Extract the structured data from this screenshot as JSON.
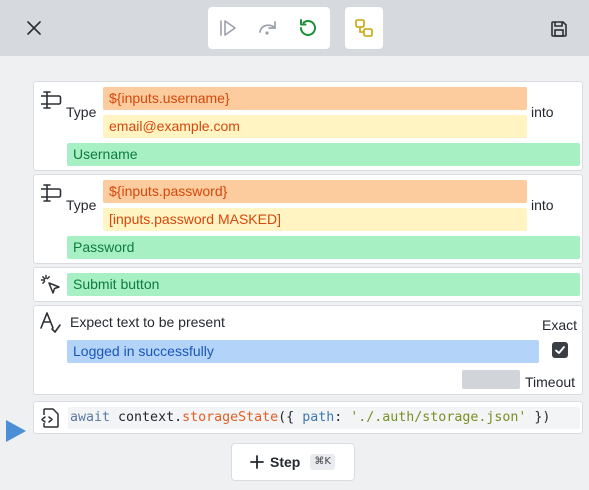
{
  "toolbar": {
    "close_icon": "close-icon",
    "run_icon": "play-step-icon",
    "skip_icon": "redo-icon",
    "reload_icon": "refresh-icon",
    "mode_icon": "pick-locator-icon",
    "save_icon": "save-icon",
    "colors": {
      "reload": "#1f8f3a",
      "mode": "#c9a400",
      "topbar": "#d6d9dd"
    }
  },
  "steps": [
    {
      "kind": "type",
      "icon": "text-cursor-icon",
      "type_label": "Type",
      "into_label": "into",
      "value": "${inputs.username}",
      "resolved": "email@example.com",
      "target": "Username"
    },
    {
      "kind": "type",
      "icon": "text-cursor-icon",
      "type_label": "Type",
      "into_label": "into",
      "value": "${inputs.password}",
      "resolved": "[inputs.password MASKED]",
      "target": "Password"
    },
    {
      "kind": "click",
      "icon": "pointer-click-icon",
      "target": "Submit button"
    },
    {
      "kind": "expect-text",
      "icon": "text-check-icon",
      "title": "Expect text to be present",
      "exact_label": "Exact",
      "exact_checked": true,
      "text": "Logged in successfully",
      "timeout_label": "Timeout",
      "timeout_value": ""
    },
    {
      "kind": "code",
      "icon": "code-file-icon",
      "tokens": {
        "t1": "await",
        "t2": " context.",
        "t3": "storageState",
        "t4": "({ ",
        "t5": "path",
        "t6": ": ",
        "t7": "'./.auth/storage.json'",
        "t8": " })"
      }
    }
  ],
  "add_step": {
    "label": "Step",
    "shortcut": "⌘K"
  }
}
